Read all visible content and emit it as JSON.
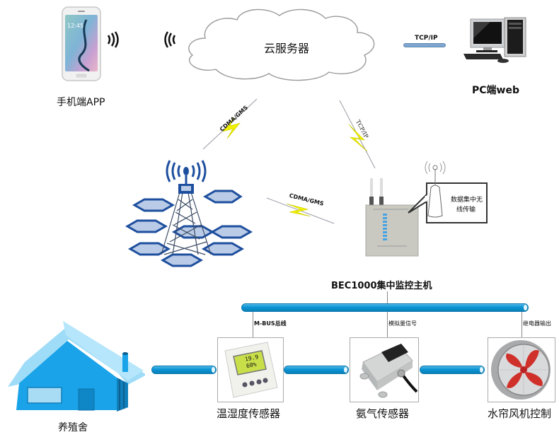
{
  "diagram": {
    "nodes": {
      "mobile": {
        "label": "手机端APP",
        "icon": "smartphone-icon",
        "screen_time": "12:45"
      },
      "cloud": {
        "label": "云服务器",
        "icon": "cloud-icon"
      },
      "pc": {
        "label": "PC端web",
        "icon": "desktop-computer-icon"
      },
      "tower": {
        "icon": "cell-tower-icon"
      },
      "host": {
        "label": "BEC1000集中监控主机",
        "icon": "monitor-host-icon"
      },
      "callout": {
        "label_line1": "数据集中无",
        "label_line2": "线传输",
        "icon": "antenna-icon"
      },
      "barn": {
        "label": "养殖舍",
        "icon": "house-icon"
      },
      "temp_sensor": {
        "label": "温湿度传感器",
        "icon": "temperature-humidity-sensor-icon",
        "reading1": "19.9",
        "reading2": "60%"
      },
      "ammonia_sensor": {
        "label": "氨气传感器",
        "icon": "ammonia-sensor-icon"
      },
      "fan": {
        "label": "水帘风机控制",
        "icon": "fan-icon"
      }
    },
    "links": {
      "cloud_pc": {
        "label": "TCP/IP"
      },
      "cloud_tower": {
        "label": "CDMA/GMS"
      },
      "cloud_host": {
        "label": "TCP/IP"
      },
      "tower_host": {
        "label": "CDMA/GMS"
      },
      "bus_mbus": {
        "label": "M-BUS总线"
      },
      "bus_analog": {
        "label": "模拟量信号"
      },
      "bus_relay": {
        "label": "继电器输出"
      }
    },
    "colors": {
      "pipe": "#0a94d4",
      "lightning": "#f2f200",
      "house": "#1aa3e8",
      "roof": "#9fdcf7",
      "hex_tile": "#b9cbe6",
      "fan_blade": "#d0302a"
    }
  }
}
